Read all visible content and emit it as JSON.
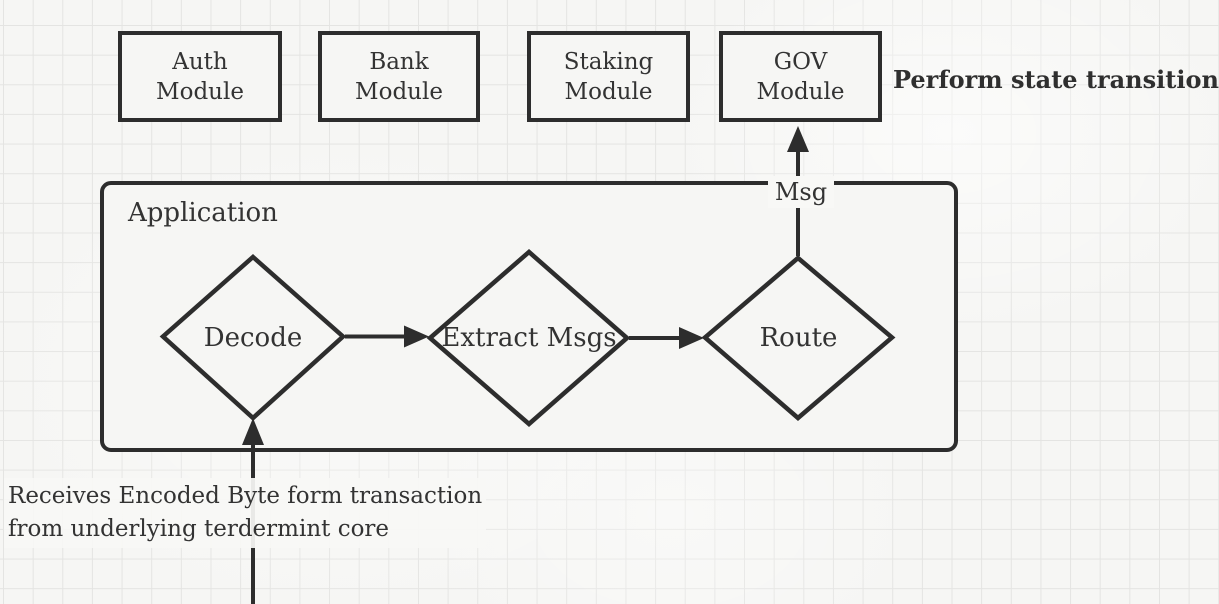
{
  "modules": [
    {
      "line1": "Auth",
      "line2": "Module"
    },
    {
      "line1": "Bank",
      "line2": "Module"
    },
    {
      "line1": "Staking",
      "line2": "Module"
    },
    {
      "line1": "GOV",
      "line2": "Module"
    }
  ],
  "application": {
    "label": "Application"
  },
  "steps": [
    {
      "label": "Decode"
    },
    {
      "label": "Extract Msgs"
    },
    {
      "label": "Route"
    }
  ],
  "labels": {
    "perform_state_transition": "Perform state transition",
    "msg": "Msg",
    "receives_line1": "Receives Encoded Byte form transaction",
    "receives_line2": "from underlying terdermint core"
  },
  "colors": {
    "paper": "#f6f6f4",
    "grid_line": "#e4e4e2",
    "stroke": "#2d2d2d",
    "text": "#333333",
    "label_bg": "#f8f8f6"
  }
}
